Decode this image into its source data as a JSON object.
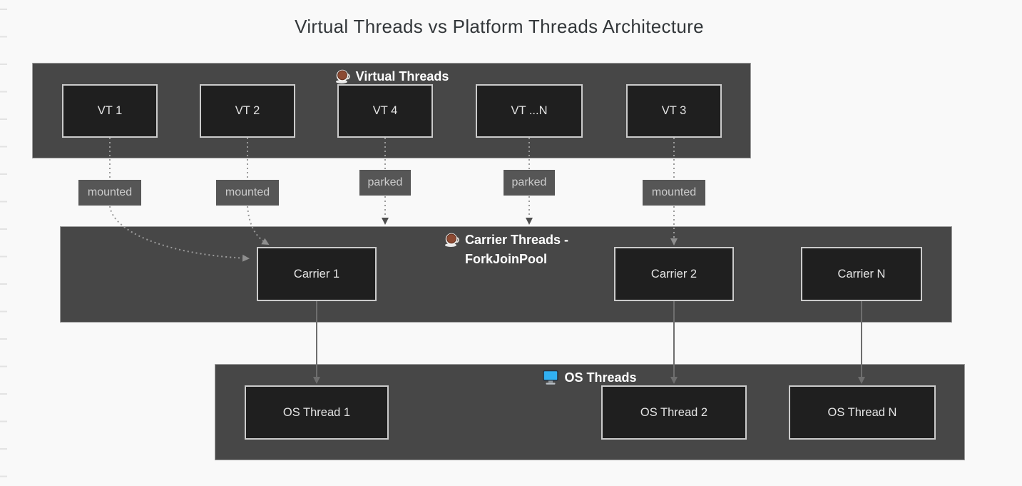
{
  "title": "Virtual Threads vs Platform Threads Architecture",
  "colors": {
    "background": "#f9f9f9",
    "container": "#474747",
    "container_border": "#9e9e9e",
    "node_fill": "#1f1f1f",
    "node_border": "#cbcbcb",
    "node_text": "#e4e4e4",
    "header_text": "#ffffff",
    "edge_label_bg": "#565656",
    "edge_label_text": "#cccccc",
    "title_text": "#33373a",
    "tick": "#e3e3e3",
    "coffee_brown": "#8c4a32",
    "monitor_blue": "#31b0f2",
    "dotted_edge": "#9b9b9b",
    "solid_edge": "#6e6e6e",
    "parked_arrow": "#4f4f4f"
  },
  "groups": {
    "virtual": {
      "label": "Virtual Threads",
      "icon": "coffee-icon"
    },
    "carrier": {
      "label_line1": "Carrier Threads -",
      "label_line2": "ForkJoinPool",
      "icon": "coffee-icon"
    },
    "os": {
      "label": "OS Threads",
      "icon": "desktop-computer-icon"
    }
  },
  "nodes": {
    "vt1": "VT 1",
    "vt2": "VT 2",
    "vt4": "VT 4",
    "vtn": "VT ...N",
    "vt3": "VT 3",
    "carrier1": "Carrier 1",
    "carrier2": "Carrier 2",
    "carriern": "Carrier N",
    "os1": "OS Thread 1",
    "os2": "OS Thread 2",
    "osn": "OS Thread N"
  },
  "edge_labels": {
    "vt1_mounted": "mounted",
    "vt2_mounted": "mounted",
    "vt4_parked": "parked",
    "vtn_parked": "parked",
    "vt3_mounted": "mounted"
  }
}
